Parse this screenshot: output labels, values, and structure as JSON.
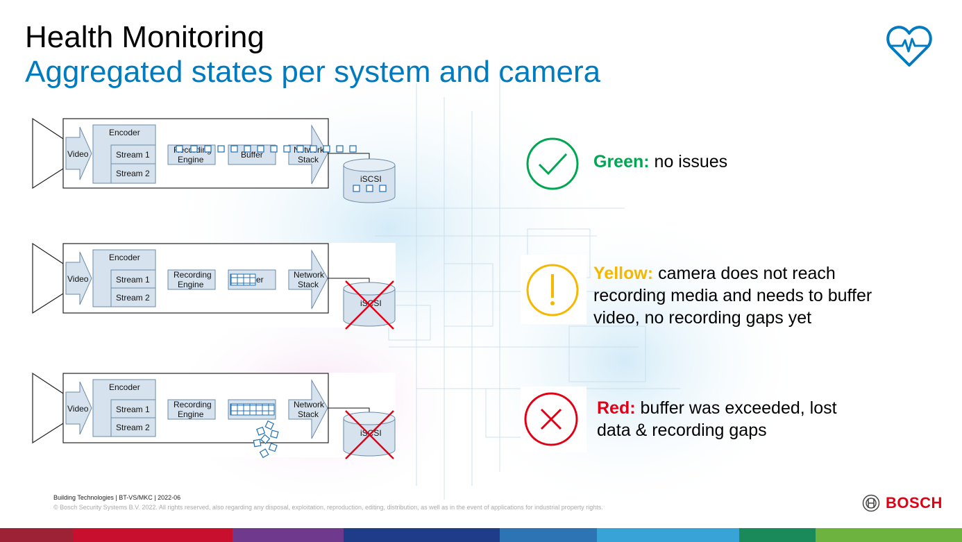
{
  "title": "Health Monitoring",
  "subtitle": "Aggregated states per system and camera",
  "diagram": {
    "video": "Video",
    "encoder": "Encoder",
    "stream1": "Stream 1",
    "stream2": "Stream 2",
    "recording_line1": "Recording",
    "recording_line2": "Engine",
    "buffer": "Buffer",
    "buffer_partial": "er",
    "network_line1": "Network",
    "network_line2": "Stack",
    "iscsi": "iSCSI"
  },
  "statuses": {
    "green": {
      "label": "Green:",
      "text": " no issues",
      "color": "#00a651"
    },
    "yellow": {
      "label": "Yellow:",
      "text": " camera does not reach recording media and needs to buffer video, no recording gaps yet",
      "color": "#f5b800"
    },
    "red": {
      "label": "Red:",
      "text": " buffer was exceeded, lost data & recording gaps",
      "color": "#e20015"
    }
  },
  "footer": {
    "line": "Building Technologies | BT-VS/MKC | 2022-06",
    "copyright": "© Bosch Security Systems B.V. 2022. All rights reserved, also regarding any disposal, exploitation, reproduction, editing, distribution, as well as in the event of applications for industrial property rights."
  },
  "brand": {
    "name": "BOSCH",
    "color": "#e20015"
  },
  "icons": [
    "heart-pulse-icon",
    "check-icon",
    "exclamation-icon",
    "cross-icon",
    "bosch-logo-icon"
  ]
}
